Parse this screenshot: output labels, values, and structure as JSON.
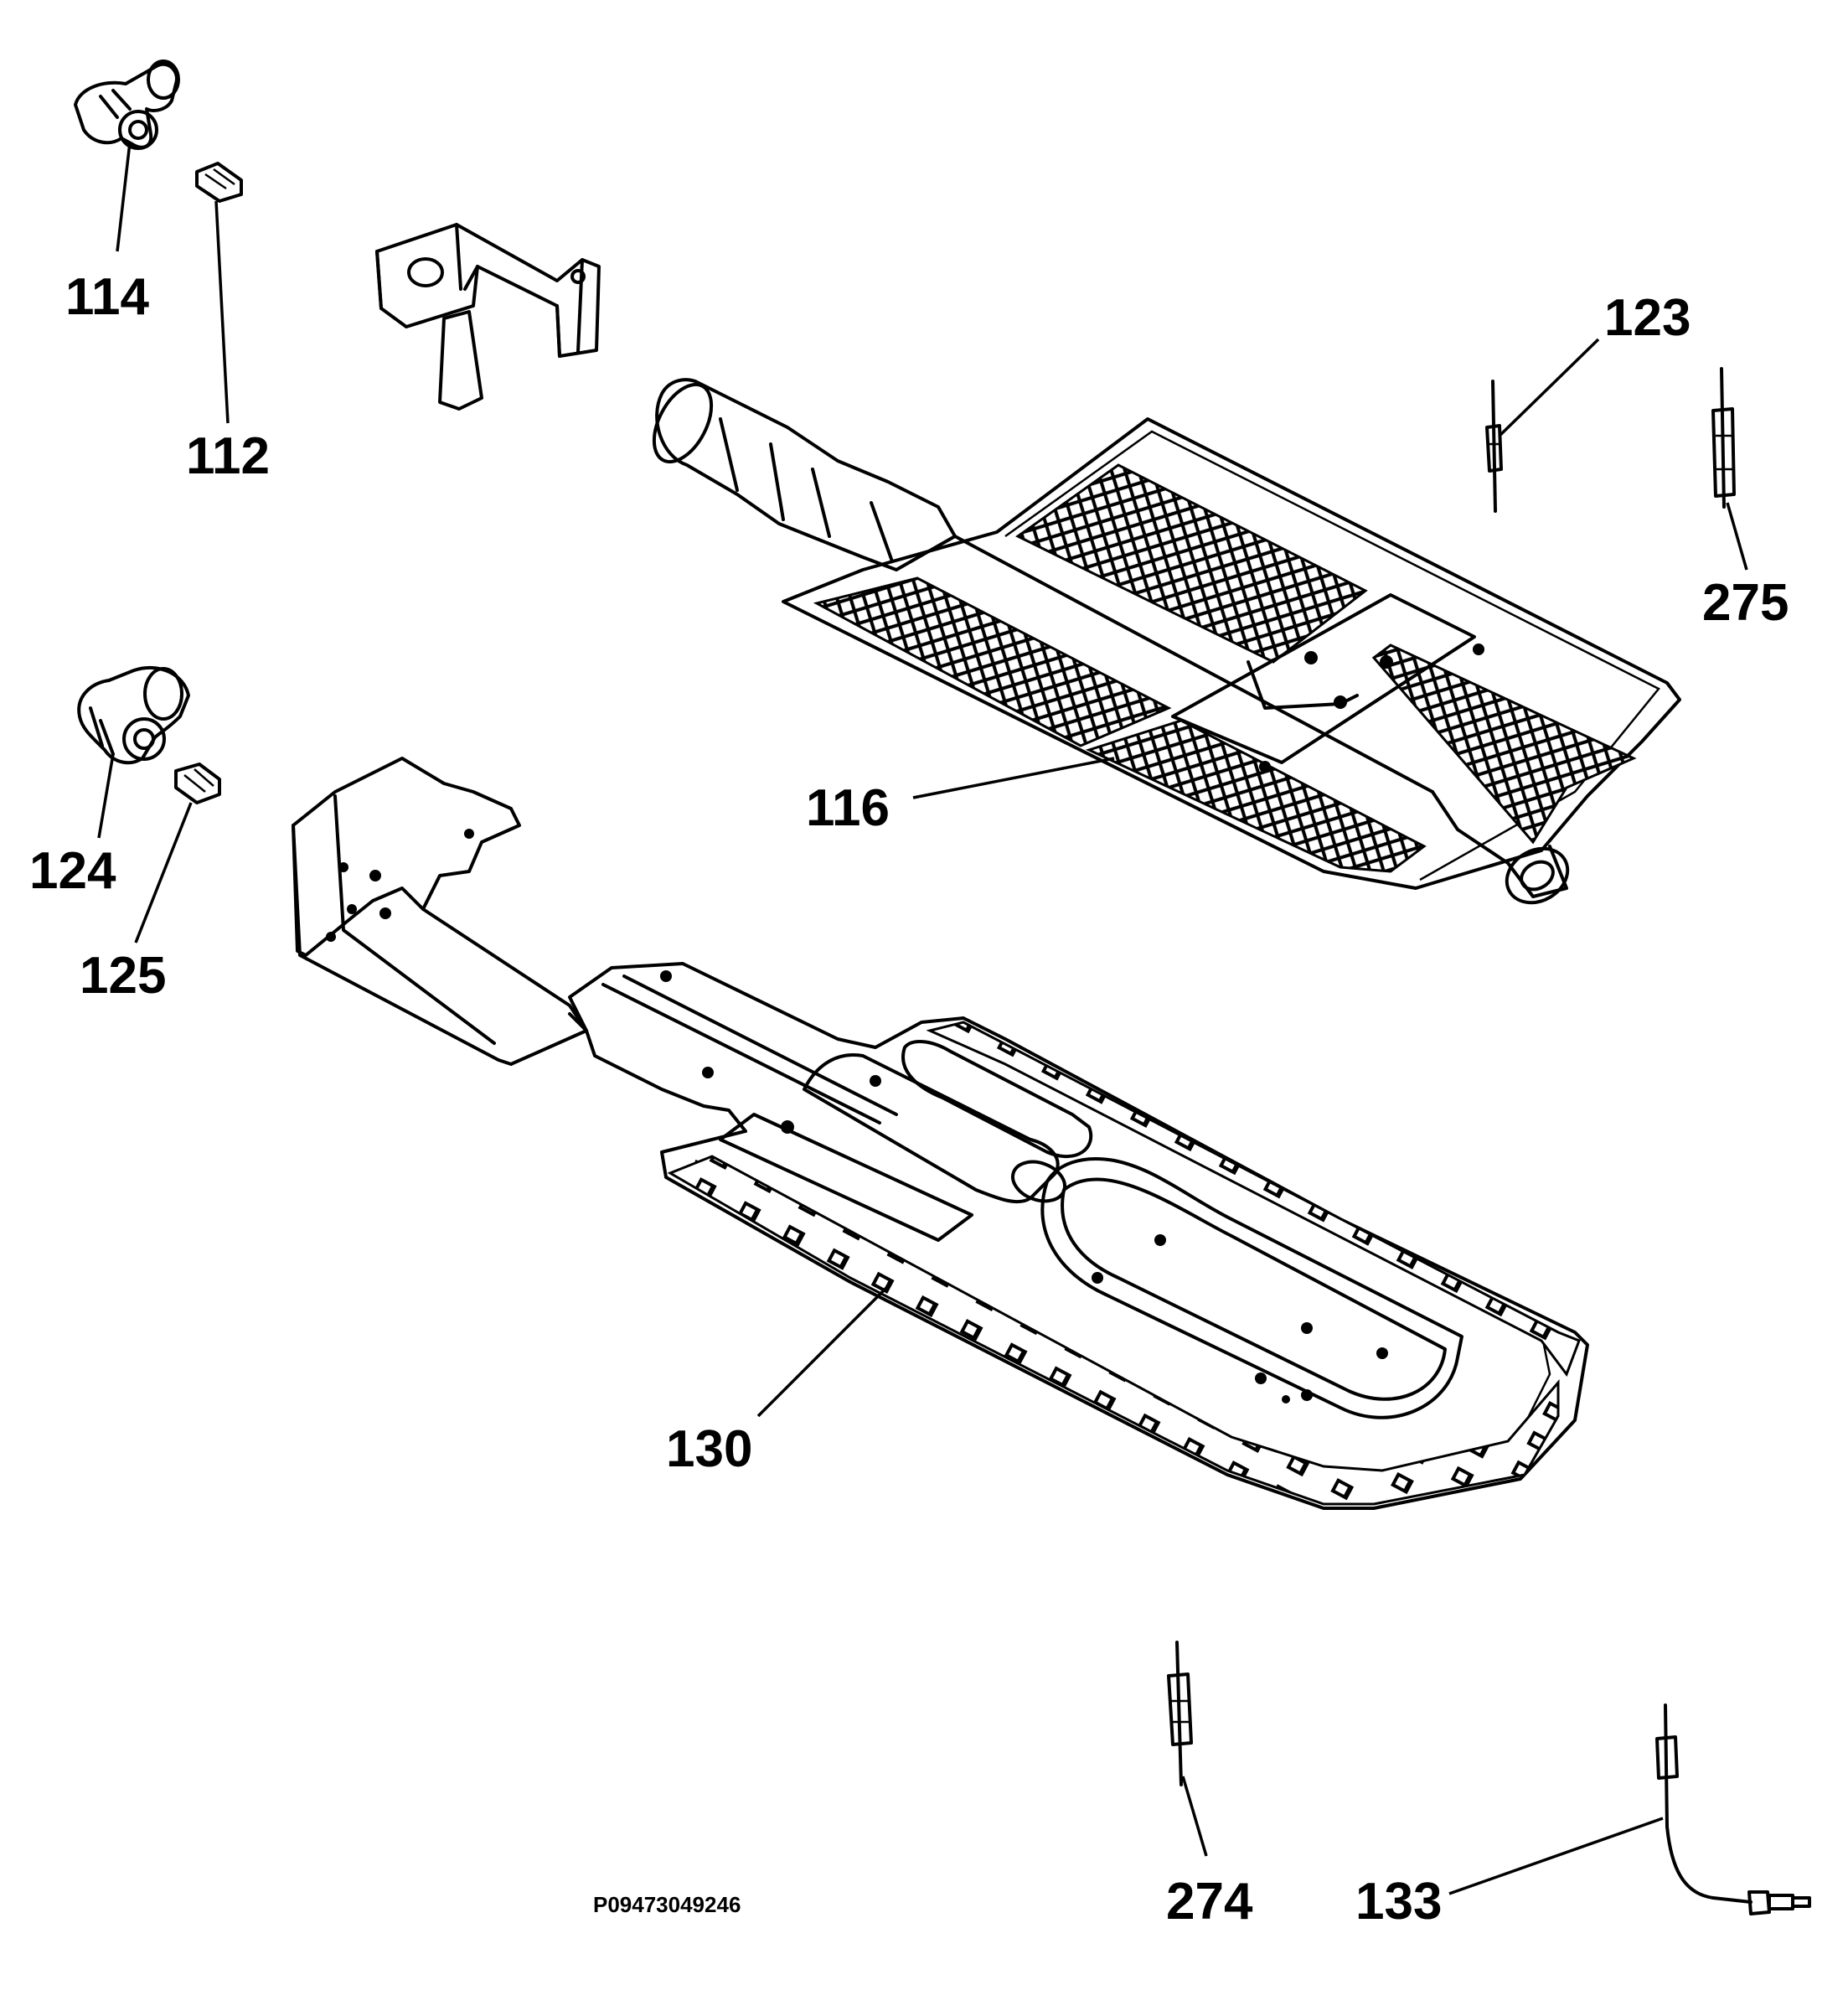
{
  "diagram": {
    "document_code": "P09473049246",
    "parts": [
      {
        "id": "p114",
        "label": "114"
      },
      {
        "id": "p112",
        "label": "112"
      },
      {
        "id": "p123",
        "label": "123"
      },
      {
        "id": "p275",
        "label": "275"
      },
      {
        "id": "p116",
        "label": "116"
      },
      {
        "id": "p124",
        "label": "124"
      },
      {
        "id": "p125",
        "label": "125"
      },
      {
        "id": "p130",
        "label": "130"
      },
      {
        "id": "p274",
        "label": "274"
      },
      {
        "id": "p133",
        "label": "133"
      }
    ]
  }
}
